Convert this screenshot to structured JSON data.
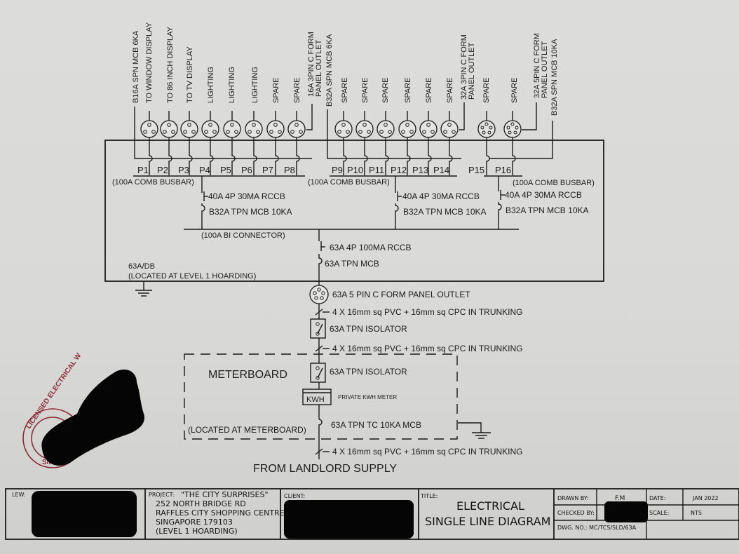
{
  "title_block": {
    "lew_label": "LEW:",
    "project_label": "PROJECT:",
    "project_name": "\"THE CITY SURPRISES\"",
    "project_address": [
      "252 NORTH BRIDGE RD",
      "RAFFLES CITY SHOPPING CENTRE",
      "SINGAPORE 179103",
      "(LEVEL 1 HOARDING)"
    ],
    "client_label": "CLIENT:",
    "title_label": "TITLE:",
    "title_lines": [
      "ELECTRICAL",
      "SINGLE LINE DIAGRAM"
    ],
    "drawn_by_label": "DRAWN BY:",
    "drawn_by": "F.M",
    "checked_by_label": "CHECKED BY:",
    "date_label": "DATE:",
    "date": "JAN 2022",
    "scale_label": "SCALE:",
    "scale": "NTS",
    "dwg_no": "DWG. NO.: MC/TCS/SLD/63A"
  },
  "top_labels": {
    "mcb_left": "B16A SPN MCB 6KA",
    "outlet_group_1": "16A 3PIN C FORM",
    "outlet_group_1b": "PANEL OUTLET",
    "mcb_mid": "B32A SPN MCB 6KA",
    "outlet_group_2": "32A 3PIN C FORM",
    "outlet_group_2b": "PANEL OUTLET",
    "outlet_group_3": "32A 5PIN C FORM",
    "outlet_group_3b": "PANEL OUTLET",
    "mcb_right": "B32A SPN MCB 10KA"
  },
  "circuits": [
    {
      "id": "P1",
      "load": "TO WINDOW DISPLAY"
    },
    {
      "id": "P2",
      "load": "TO 86 INCH DISPLAY"
    },
    {
      "id": "P3",
      "load": "TO TV DISPLAY"
    },
    {
      "id": "P4",
      "load": "LIGHTING"
    },
    {
      "id": "P5",
      "load": "LIGHTING"
    },
    {
      "id": "P6",
      "load": "LIGHTING"
    },
    {
      "id": "P7",
      "load": "SPARE"
    },
    {
      "id": "P8",
      "load": "SPARE"
    },
    {
      "id": "P9",
      "load": "SPARE"
    },
    {
      "id": "P10",
      "load": "SPARE"
    },
    {
      "id": "P11",
      "load": "SPARE"
    },
    {
      "id": "P12",
      "load": "SPARE"
    },
    {
      "id": "P13",
      "load": "SPARE"
    },
    {
      "id": "P14",
      "load": "SPARE"
    },
    {
      "id": "P15",
      "load": "SPARE"
    },
    {
      "id": "P16",
      "load": "SPARE"
    }
  ],
  "busbars": {
    "comb_busbar": "(100A COMB BUSBAR)",
    "rccb_branch": "40A 4P 30MA RCCB",
    "mcb_branch": "B32A TPN MCB 10KA",
    "bi_connector": "(100A BI CONNECTOR)"
  },
  "db": {
    "main_rccb": "63A 4P 100MA RCCB",
    "main_mcb": "63A TPN MCB",
    "name": "63A/DB",
    "location": "(LOCATED AT LEVEL 1 HOARDING)"
  },
  "supply": {
    "panel_outlet": "63A 5 PIN C FORM PANEL OUTLET",
    "cable": "4 X 16mm sq PVC + 16mm sq CPC IN TRUNKING",
    "isolator": "63A TPN ISOLATOR",
    "meterboard": "METERBOARD",
    "kwh": "KWH",
    "kwh_label": "PRIVATE KWH METER",
    "tc_mcb": "63A TPN TC 10KA MCB",
    "meterboard_location": "(LOCATED AT METERBOARD)",
    "from": "FROM LANDLORD SUPPLY"
  },
  "stamp": {
    "text_top": "LICENSED ELECTRICAL W",
    "text_bottom": "SINGA"
  }
}
